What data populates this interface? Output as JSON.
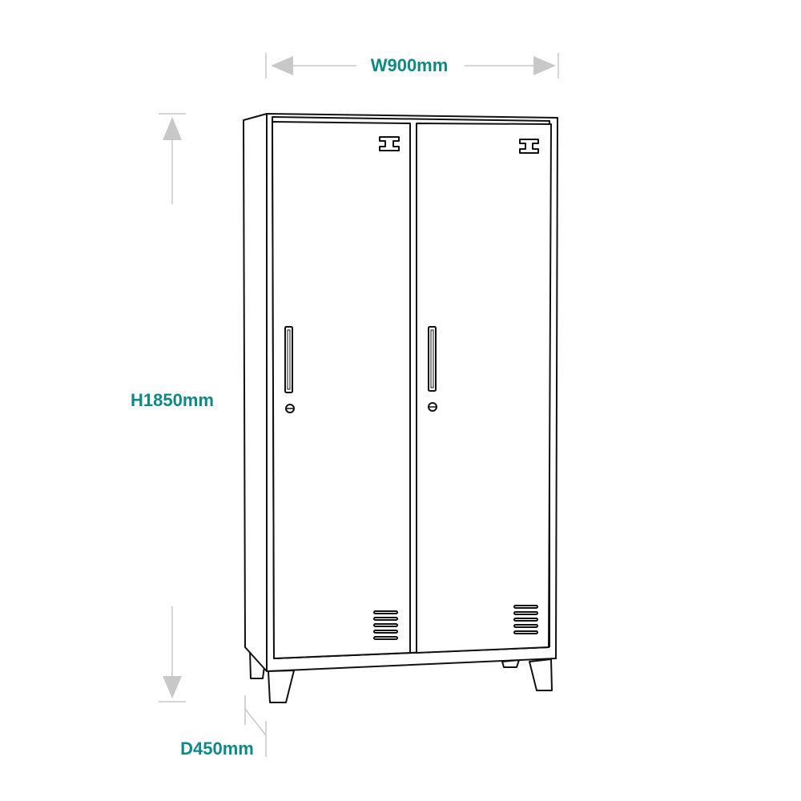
{
  "dimensions": {
    "width": "W900mm",
    "height": "H1850mm",
    "depth": "D450mm"
  },
  "colors": {
    "label": "#0e8a84",
    "dimension_line": "#c8c8c8",
    "outline": "#111111"
  }
}
